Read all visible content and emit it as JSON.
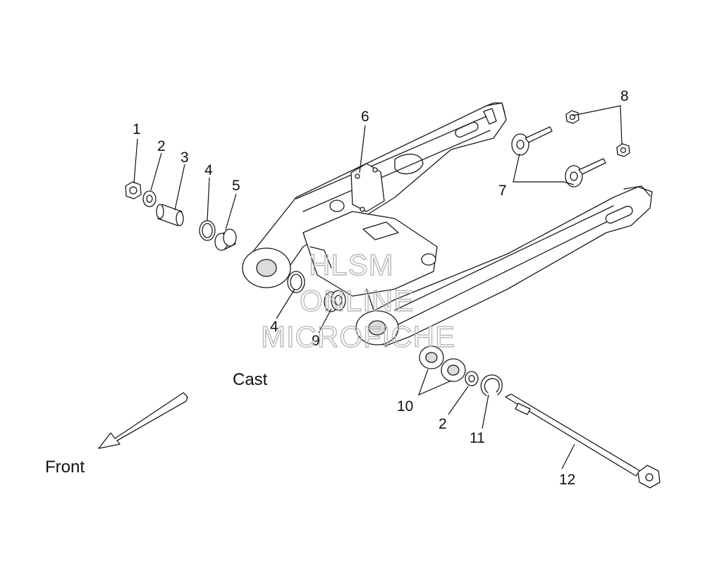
{
  "callouts": {
    "c1": "1",
    "c2a": "2",
    "c3": "3",
    "c4a": "4",
    "c5": "5",
    "c6": "6",
    "c7": "7",
    "c8": "8",
    "c4b": "4",
    "c9": "9",
    "c10": "10",
    "c2b": "2",
    "c11": "11",
    "c12": "12"
  },
  "labels": {
    "cast": "Cast",
    "front": "Front"
  },
  "watermark": {
    "line1": "HLSM",
    "line2": "ONLINE",
    "line3": "MICROFICHE"
  }
}
